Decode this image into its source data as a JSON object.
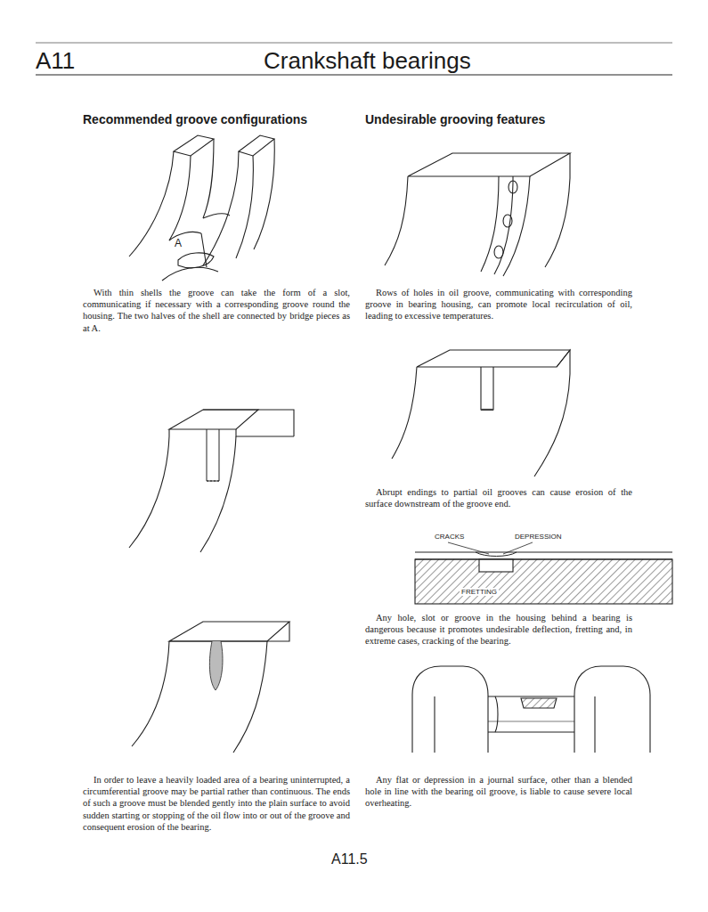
{
  "diagram": {
    "title": "Crankshaft bearings",
    "labels": [
      "A11",
      "Recommended groove configurations",
      "Undesirable grooving features",
      "A",
      "With thin shells the groove can take the form of a slot, communicating if necessary with a corresponding groove round the housing. The two halves of the shell are connected by bridge pieces as at A.",
      "Rows of holes in oil groove, communicating with corresponding groove in bearing housing, can promote local recirculation of oil, leading to excessive temperatures.",
      "Abrupt endings to partial oil grooves can cause erosion of the surface downstream of the groove end.",
      "CRACKS",
      "DEPRESSION",
      "FRETTING",
      "Any hole, slot or groove in the housing behind a bearing is dangerous because it promotes undesirable deflection, fretting and, in extreme cases, cracking of the bearing.",
      "Any flat or depression in a journal surface, other than a blended hole in line with the bearing oil groove, is liable to cause severe local overheating.",
      "In order to leave a heavily loaded area of a bearing uninterrupted, a circumferential groove may be partial rather than continuous. The ends of such a groove must be blended gently into the plain surface to avoid sudden starting or stopping of the oil flow into or out of the groove and consequent erosion of the bearing.",
      "A11.5"
    ]
  }
}
